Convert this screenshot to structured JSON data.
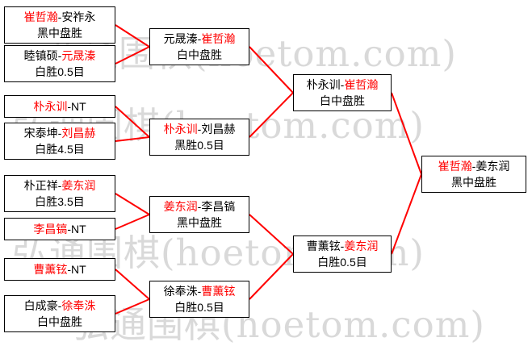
{
  "watermark": {
    "text": "弘通围棋(hoetom.com)"
  },
  "colors": {
    "winner_text": "#ff0000",
    "normal_text": "#000000",
    "connector": "#ff0000",
    "box_border": "#000000",
    "box_background": "#ffffff",
    "watermark": "#d9d9d9"
  },
  "rounds": {
    "round1": [
      {
        "a": "崔哲瀚",
        "b": "-安祚永",
        "result": "黑中盘胜"
      },
      {
        "a": "睦镇硕-",
        "b": "元晟溱",
        "result": "白胜0.5目"
      },
      {
        "a": "朴永训",
        "b": "-NT"
      },
      {
        "a": "宋泰坤-",
        "b": "刘昌赫",
        "result": "白胜4.5目"
      },
      {
        "a": "朴正祥-",
        "b": "姜东润",
        "result": "白胜3.5目"
      },
      {
        "a": "李昌镐",
        "b": "-NT"
      },
      {
        "a": "曹薰铉",
        "b": "-NT"
      },
      {
        "a": "白成豪-",
        "b": "徐奉洙",
        "result": "白中盘胜"
      }
    ],
    "round2": [
      {
        "a": "元晟溱-",
        "b": "崔哲瀚",
        "result": "白中盘胜"
      },
      {
        "a": "朴永训",
        "b": "-刘昌赫",
        "result": "黑胜0.5目"
      },
      {
        "a": "姜东润",
        "b": "-李昌镐",
        "result": "黑中盘胜"
      },
      {
        "a": "徐奉洙-",
        "b": "曹薰铉",
        "result": "白胜0.5目"
      }
    ],
    "semifinal": [
      {
        "a": "朴永训-",
        "b": "崔哲瀚",
        "result": "白中盘胜"
      },
      {
        "a": "曹薰铉-",
        "b": "姜东润",
        "result": "白胜0.5目"
      }
    ],
    "final": [
      {
        "a": "崔哲瀚",
        "b": "-姜东润",
        "result": "黑中盘胜"
      }
    ]
  }
}
